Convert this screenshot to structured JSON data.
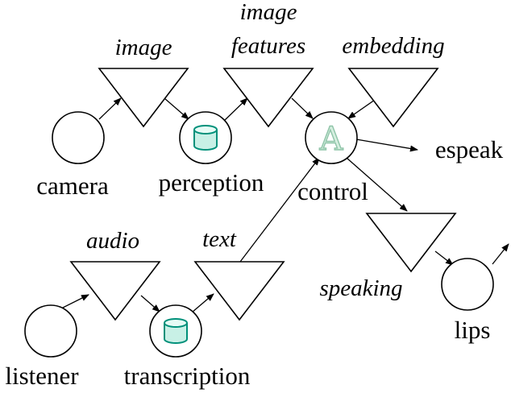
{
  "diagram": {
    "nodes": {
      "camera": "camera",
      "perception": "perception",
      "control": "control",
      "espeak": "espeak",
      "listener": "listener",
      "transcription": "transcription",
      "lips": "lips"
    },
    "topics": {
      "image": "image",
      "image_features_line1": "image",
      "image_features_line2": "features",
      "embedding": "embedding",
      "audio": "audio",
      "text": "text",
      "speaking": "speaking"
    },
    "icons": {
      "perception": "database-icon",
      "transcription": "database-icon",
      "control": "letter-a-icon"
    },
    "colors": {
      "line": "#000000",
      "database_fill": "#c8f0e6",
      "database_stroke": "#00907a",
      "letter_a": "#8fc4a8"
    },
    "control_icon_letter": "A"
  }
}
